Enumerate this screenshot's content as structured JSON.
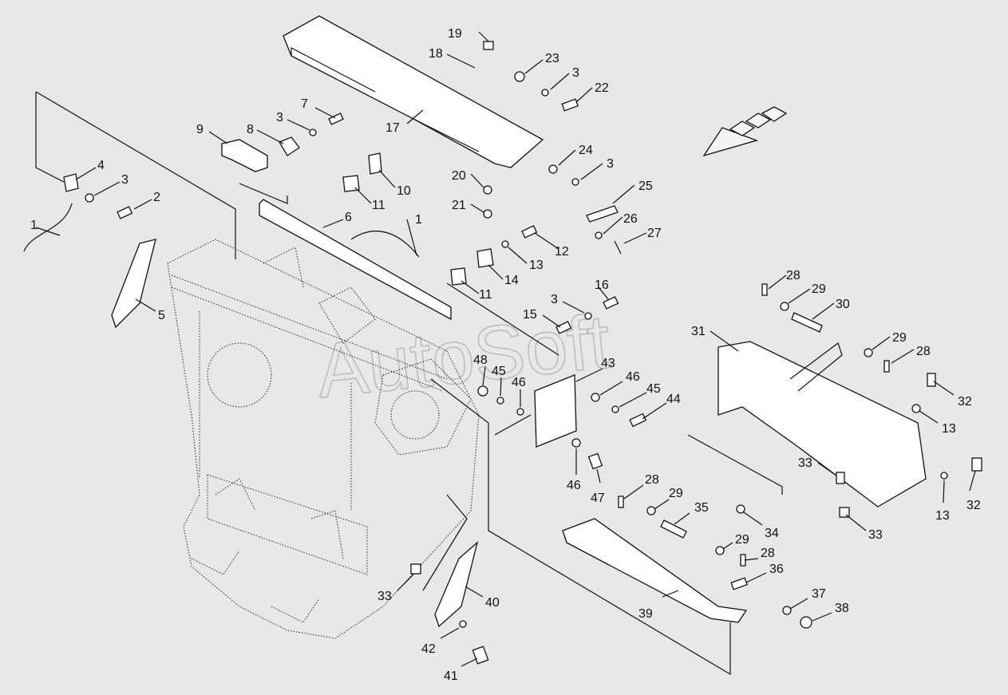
{
  "watermark": "AutoSoft",
  "callouts": [
    {
      "id": "c1",
      "text": "1"
    },
    {
      "id": "c2",
      "text": "2"
    },
    {
      "id": "c3a",
      "text": "3"
    },
    {
      "id": "c4",
      "text": "4"
    },
    {
      "id": "c5",
      "text": "5"
    },
    {
      "id": "c6",
      "text": "6"
    },
    {
      "id": "c7",
      "text": "7"
    },
    {
      "id": "c3b",
      "text": "3"
    },
    {
      "id": "c8",
      "text": "8"
    },
    {
      "id": "c9",
      "text": "9"
    },
    {
      "id": "c10",
      "text": "10"
    },
    {
      "id": "c11a",
      "text": "11"
    },
    {
      "id": "c1b",
      "text": "1"
    },
    {
      "id": "c12",
      "text": "12"
    },
    {
      "id": "c13a",
      "text": "13"
    },
    {
      "id": "c14",
      "text": "14"
    },
    {
      "id": "c11b",
      "text": "11"
    },
    {
      "id": "c16",
      "text": "16"
    },
    {
      "id": "c3c",
      "text": "3"
    },
    {
      "id": "c15",
      "text": "15"
    },
    {
      "id": "c19",
      "text": "19"
    },
    {
      "id": "c18",
      "text": "18"
    },
    {
      "id": "c23",
      "text": "23"
    },
    {
      "id": "c3d",
      "text": "3"
    },
    {
      "id": "c22",
      "text": "22"
    },
    {
      "id": "c17",
      "text": "17"
    },
    {
      "id": "c24",
      "text": "24"
    },
    {
      "id": "c3e",
      "text": "3"
    },
    {
      "id": "c20",
      "text": "20"
    },
    {
      "id": "c21",
      "text": "21"
    },
    {
      "id": "c25",
      "text": "25"
    },
    {
      "id": "c26",
      "text": "26"
    },
    {
      "id": "c27",
      "text": "27"
    },
    {
      "id": "c28a",
      "text": "28"
    },
    {
      "id": "c29a",
      "text": "29"
    },
    {
      "id": "c30",
      "text": "30"
    },
    {
      "id": "c31",
      "text": "31"
    },
    {
      "id": "c29b",
      "text": "29"
    },
    {
      "id": "c28b",
      "text": "28"
    },
    {
      "id": "c32a",
      "text": "32"
    },
    {
      "id": "c13b",
      "text": "13"
    },
    {
      "id": "c33a",
      "text": "33"
    },
    {
      "id": "c13c",
      "text": "13"
    },
    {
      "id": "c32b",
      "text": "32"
    },
    {
      "id": "c33b",
      "text": "33"
    },
    {
      "id": "c48",
      "text": "48"
    },
    {
      "id": "c45a",
      "text": "45"
    },
    {
      "id": "c46a",
      "text": "46"
    },
    {
      "id": "c43",
      "text": "43"
    },
    {
      "id": "c46b",
      "text": "46"
    },
    {
      "id": "c45b",
      "text": "45"
    },
    {
      "id": "c44",
      "text": "44"
    },
    {
      "id": "c46c",
      "text": "46"
    },
    {
      "id": "c47",
      "text": "47"
    },
    {
      "id": "c28c",
      "text": "28"
    },
    {
      "id": "c29c",
      "text": "29"
    },
    {
      "id": "c35",
      "text": "35"
    },
    {
      "id": "c34",
      "text": "34"
    },
    {
      "id": "c29d",
      "text": "29"
    },
    {
      "id": "c28d",
      "text": "28"
    },
    {
      "id": "c36",
      "text": "36"
    },
    {
      "id": "c37",
      "text": "37"
    },
    {
      "id": "c38",
      "text": "38"
    },
    {
      "id": "c39",
      "text": "39"
    },
    {
      "id": "c33c",
      "text": "33"
    },
    {
      "id": "c40",
      "text": "40"
    },
    {
      "id": "c42",
      "text": "42"
    },
    {
      "id": "c41",
      "text": "41"
    }
  ]
}
